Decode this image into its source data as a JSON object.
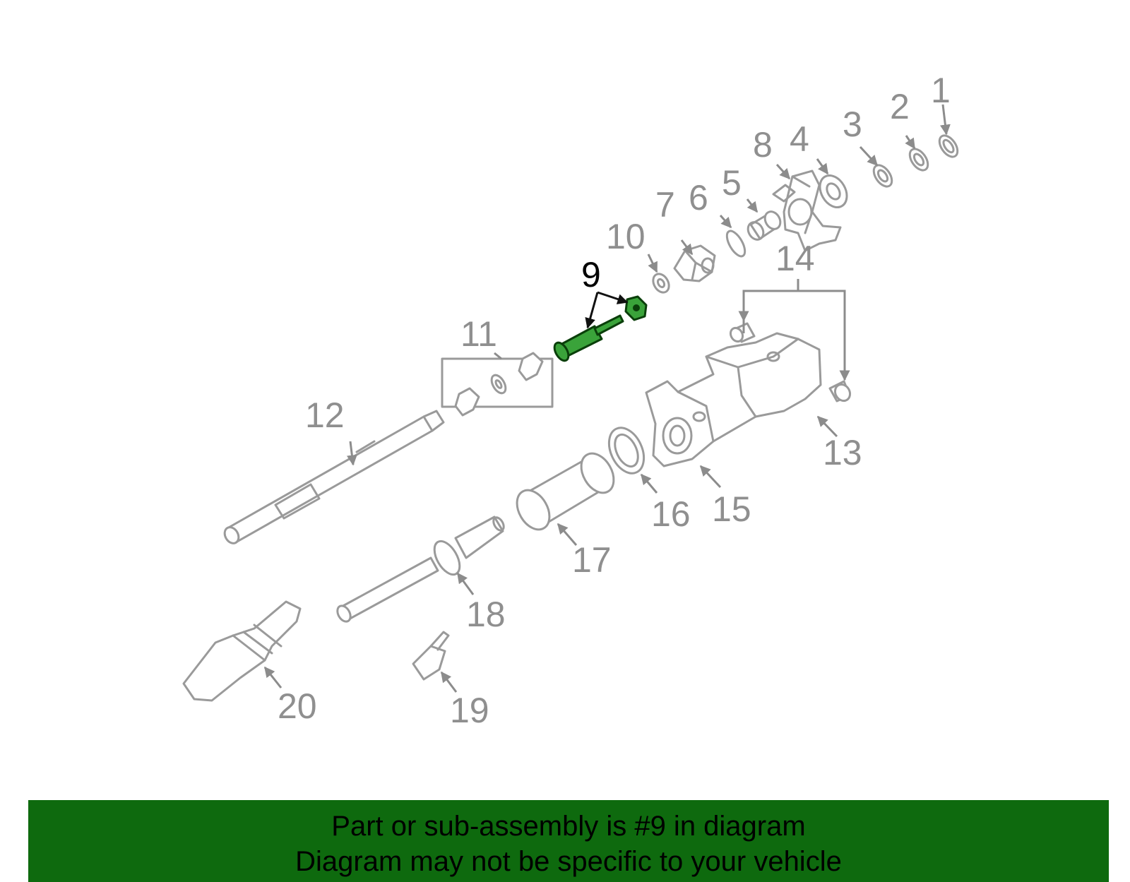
{
  "diagram": {
    "callouts": [
      "1",
      "2",
      "3",
      "4",
      "5",
      "6",
      "7",
      "8",
      "9",
      "10",
      "11",
      "12",
      "13",
      "14",
      "15",
      "16",
      "17",
      "18",
      "19",
      "20"
    ],
    "highlighted_callout": "9"
  },
  "banner": {
    "line1": "Part or sub-assembly is #9 in diagram",
    "line2": "Diagram may not be specific to your vehicle",
    "color": "#0e6a0e"
  },
  "colors": {
    "part_stroke": "#9a9a9a",
    "highlight": "#3aa33a"
  }
}
